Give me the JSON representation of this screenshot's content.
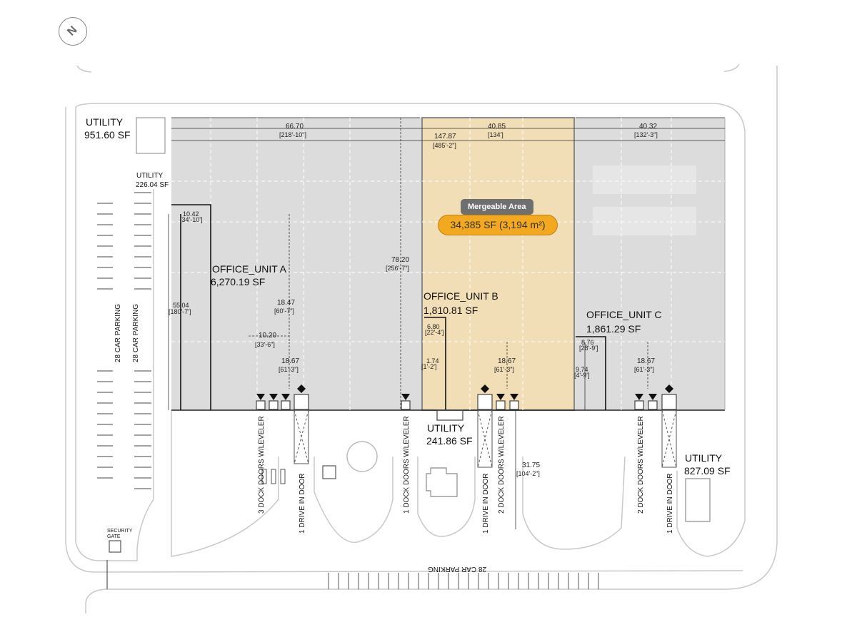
{
  "compass": {
    "icon": "north-arrow-icon",
    "glyph": "N"
  },
  "merge": {
    "tag": "Mergeable Area",
    "area": "34,385 SF  (3,194 m²)"
  },
  "colors": {
    "building": "#dcdcdc",
    "merge_fill": "#f1deb6",
    "merge_pill": "#f3a91f",
    "line": "#222222"
  },
  "utilities": {
    "nw_title": "UTILITY",
    "nw_area": "951.60 SF",
    "mid_title": "UTILITY",
    "mid_area": "226.04 SF",
    "b_title": "UTILITY",
    "b_area": "241.86 SF",
    "e_title": "UTILITY",
    "e_area": "827.09 SF"
  },
  "offices": {
    "a_title": "OFFICE_UNIT A",
    "a_area": "6,270.19 SF",
    "b_title": "OFFICE_UNIT B",
    "b_area": "1,810.81 SF",
    "c_title": "OFFICE_UNIT C",
    "c_area": "1,861.29 SF"
  },
  "dims": {
    "top_a": "66.70",
    "top_a_ft": "[218'-10\"]",
    "top_b": "40.85",
    "top_b_ft": "[134']",
    "top_c": "40.32",
    "top_c_ft": "[132'-3\"]",
    "overall": "147.87",
    "overall_ft": "[485'-2\"]",
    "office_a_w": "10.42",
    "office_a_w_ft": "[34'-10']",
    "height": "78.20",
    "height_ft": "[256'-7\"]",
    "office_a_h": "55.04",
    "office_a_h_ft": "[180'-7']",
    "a_1847": "18.47",
    "a_1847_ft": "[60'-7\"]",
    "a_1020": "10.20",
    "a_1020_ft": "[33'-6\"]",
    "a_1867": "18.67",
    "a_1867_ft": "[61'-3\"]",
    "b_680": "6.80",
    "b_680_ft": "[22'-4']",
    "b_574": "1.74",
    "b_574_ft": "[1'-2']",
    "b_1867": "18.67",
    "b_1867_ft": "[61'-3\"]",
    "c_876": "8.76",
    "c_876_ft": "[28'-9']",
    "c_1974": "9.74",
    "c_1974_ft": "[4'-9']",
    "c_1867": "18.67",
    "c_1867_ft": "[61'-3\"]",
    "apron": "31.75",
    "apron_ft": "[104'-2\"]"
  },
  "doors": {
    "a_dock": "3 DOCK DOORS W/LEVELER",
    "a_drive": "1 DRIVE IN DOOR",
    "mid_dock": "1 DOCK DOORS W/LEVELER",
    "b_drive": "1 DRIVE IN DOOR",
    "b_dock": "2 DOCK DOORS W/LEVELER",
    "c_dock": "2 DOCK DOORS W/LEVELER",
    "c_drive": "1 DRIVE IN DOOR"
  },
  "parking": {
    "west_1": "28 CAR PARKING",
    "west_2": "28 CAR PARKING",
    "south": "28 CAR PARKING"
  },
  "security": {
    "line1": "SECURITY",
    "line2": "GATE"
  }
}
